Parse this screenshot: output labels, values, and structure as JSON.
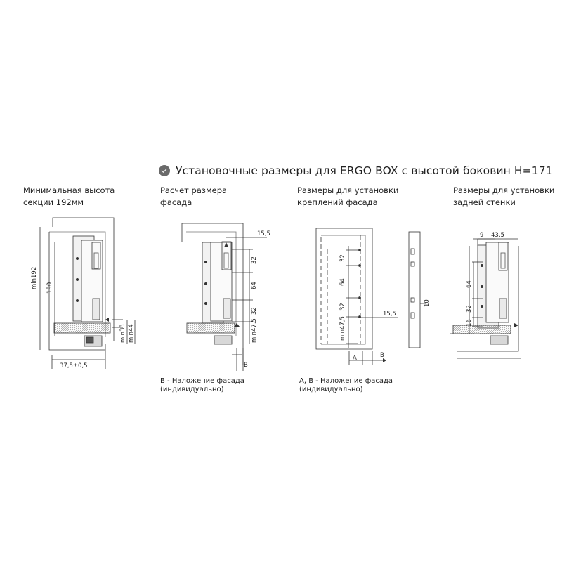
{
  "title": "Установочные размеры для ERGO BOX с высотой боковин Н=171",
  "icon": "check-circle-icon",
  "sections": [
    {
      "caption": [
        "Минимальная  высота",
        "секции 192мм"
      ],
      "dims": {
        "min192": "min192",
        "d190": "190",
        "min33": "min33",
        "min44": "min44",
        "d37": "37,5±0,5"
      }
    },
    {
      "caption": [
        "Расчет размера",
        "фасада"
      ],
      "dims": {
        "d15": "15,5",
        "d32a": "32",
        "d64": "64",
        "d32b": "32",
        "min47": "min47,5",
        "B": "B"
      },
      "note": [
        "B - Наложение фасада",
        "(индивидуально)"
      ]
    },
    {
      "caption": [
        "Размеры для установки",
        "креплений фасада"
      ],
      "dims": {
        "d32a": "32",
        "d64": "64",
        "d32b": "32",
        "min47": "min47,5",
        "d15": "15,5",
        "A": "A",
        "B": "B",
        "d10": "10"
      },
      "note": [
        "А, В - Наложение фасада",
        "(индивидуально)"
      ]
    },
    {
      "caption": [
        "Размеры для установки",
        "задней стенки"
      ],
      "dims": {
        "d9": "9",
        "d43": "43,5",
        "d64": "64",
        "d32": "32",
        "d16": "16"
      }
    }
  ]
}
